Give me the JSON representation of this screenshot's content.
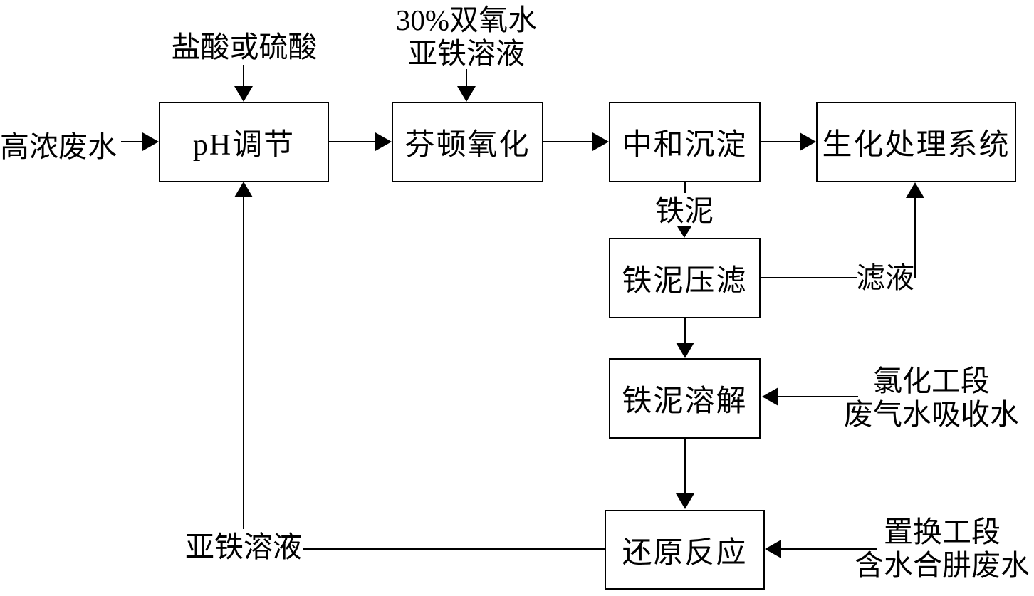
{
  "diagram": {
    "colors": {
      "background": "#ffffff",
      "line": "#000000",
      "box_fill": "#ffffff"
    },
    "boxes": {
      "ph_adjust": {
        "label": "pH调节"
      },
      "fenton": {
        "label": "芬顿氧化"
      },
      "neutralization": {
        "label": "中和沉淀"
      },
      "bio_system": {
        "label": "生化处理系统"
      },
      "mud_press": {
        "label": "铁泥压滤"
      },
      "mud_dissolve": {
        "label": "铁泥溶解"
      },
      "reduction": {
        "label": "还原反应"
      }
    },
    "labels": {
      "influent": "高浓废水",
      "acid_feed": "盐酸或硫酸",
      "peroxide_feed_line1": "30%双氧水",
      "peroxide_feed_line2": "亚铁溶液",
      "iron_mud": "铁泥",
      "filtrate": "滤液",
      "chlorination_feed_line1": "氯化工段",
      "chlorination_feed_line2": "废气水吸收水",
      "replacement_feed_line1": "置换工段",
      "replacement_feed_line2": "含水合肼废水",
      "ferrous_recycle": "亚铁溶液"
    },
    "edges": [
      {
        "from": "高浓废水",
        "to": "pH调节"
      },
      {
        "from": "盐酸或硫酸",
        "to": "pH调节"
      },
      {
        "from": "pH调节",
        "to": "芬顿氧化"
      },
      {
        "from": "30%双氧水 亚铁溶液",
        "to": "芬顿氧化"
      },
      {
        "from": "芬顿氧化",
        "to": "中和沉淀"
      },
      {
        "from": "中和沉淀",
        "to": "生化处理系统"
      },
      {
        "from": "中和沉淀",
        "to": "铁泥压滤",
        "label": "铁泥"
      },
      {
        "from": "铁泥压滤",
        "to": "生化处理系统",
        "label": "滤液"
      },
      {
        "from": "铁泥压滤",
        "to": "铁泥溶解"
      },
      {
        "from": "氯化工段废气水吸收水",
        "to": "铁泥溶解"
      },
      {
        "from": "铁泥溶解",
        "to": "还原反应"
      },
      {
        "from": "置换工段含水合肼废水",
        "to": "还原反应"
      },
      {
        "from": "还原反应",
        "to": "pH调节",
        "label": "亚铁溶液"
      }
    ]
  }
}
